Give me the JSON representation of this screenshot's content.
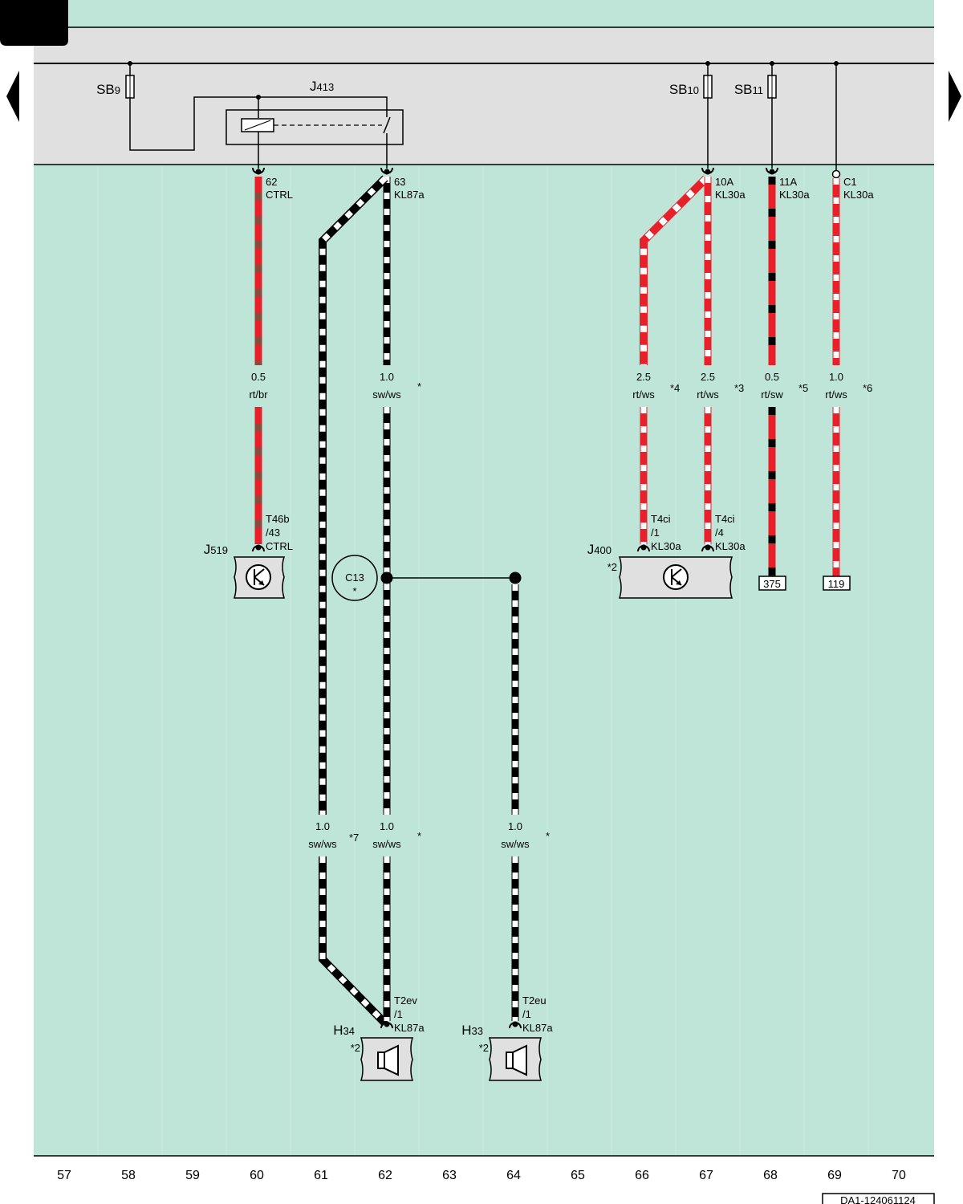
{
  "header": {
    "page_ref": "DA1-124061124"
  },
  "nav": {
    "prev": "previous-page",
    "next": "next-page"
  },
  "components": {
    "sb9": {
      "name": "SB",
      "sub": "9"
    },
    "sb10": {
      "name": "SB",
      "sub": "10"
    },
    "sb11": {
      "name": "SB",
      "sub": "11"
    },
    "j413": {
      "name": "J",
      "sub": "413"
    },
    "j519": {
      "name": "J",
      "sub": "519"
    },
    "j400": {
      "name": "J",
      "sub": "400",
      "note": "*2"
    },
    "h34": {
      "name": "H",
      "sub": "34",
      "note": "*2"
    },
    "h33": {
      "name": "H",
      "sub": "33",
      "note": "*2"
    },
    "c13": {
      "name": "C13",
      "note": "*"
    }
  },
  "pins": {
    "p62": [
      "62",
      "CTRL"
    ],
    "p63": [
      "63",
      "KL87a"
    ],
    "p10a": [
      "10A",
      "KL30a"
    ],
    "p11a": [
      "11A",
      "KL30a"
    ],
    "pc1": [
      "C1",
      "KL30a"
    ],
    "t46b": [
      "T46b",
      "/43",
      "CTRL"
    ],
    "t4ci1": [
      "T4ci",
      "/1",
      "KL30a"
    ],
    "t4ci4": [
      "T4ci",
      "/4",
      "KL30a"
    ],
    "t2ev": [
      "T2ev",
      "/1",
      "KL87a"
    ],
    "t2eu": [
      "T2eu",
      "/1",
      "KL87a"
    ]
  },
  "wires": {
    "w60": {
      "size": "0.5",
      "color": "rt/br",
      "note": ""
    },
    "w62a": {
      "size": "1.0",
      "color": "sw/ws",
      "note": "*"
    },
    "w61": {
      "size": "1.0",
      "color": "sw/ws",
      "note": "*7"
    },
    "w62b": {
      "size": "1.0",
      "color": "sw/ws",
      "note": "*"
    },
    "w64": {
      "size": "1.0",
      "color": "sw/ws",
      "note": "*"
    },
    "w66": {
      "size": "2.5",
      "color": "rt/ws",
      "note": "*4"
    },
    "w67": {
      "size": "2.5",
      "color": "rt/ws",
      "note": "*3"
    },
    "w68": {
      "size": "0.5",
      "color": "rt/sw",
      "note": "*5"
    },
    "w69": {
      "size": "1.0",
      "color": "rt/ws",
      "note": "*6"
    }
  },
  "refs": {
    "r375": "375",
    "r119": "119"
  },
  "columns": [
    "57",
    "58",
    "59",
    "60",
    "61",
    "62",
    "63",
    "64",
    "65",
    "66",
    "67",
    "68",
    "69",
    "70"
  ],
  "colors": {
    "background": "#bfe5d9",
    "fuse_band": "#e0e0e0",
    "red": "#e8202a",
    "brown": "#8b4a3a",
    "black": "#000000",
    "white": "#ffffff"
  }
}
